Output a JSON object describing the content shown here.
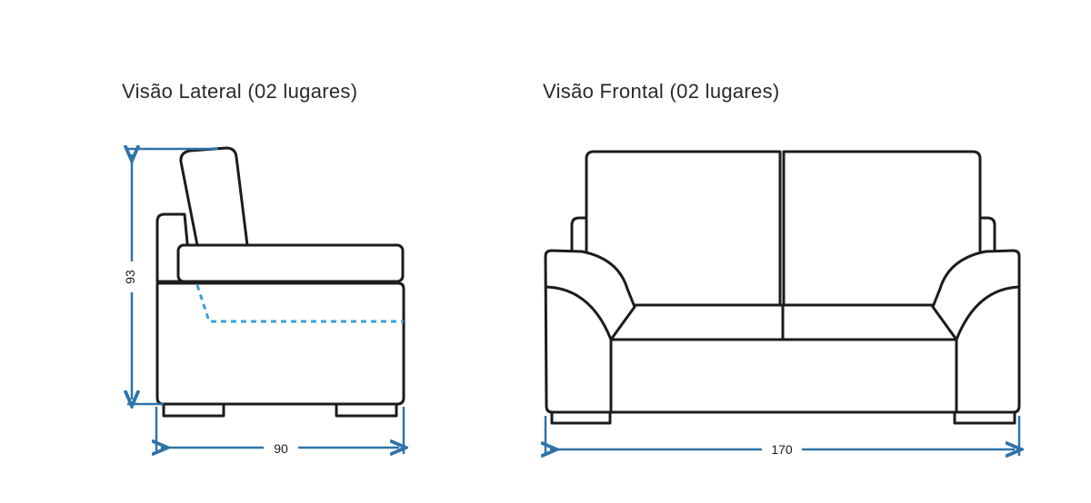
{
  "titles": {
    "lateral": "Visão Lateral (02 lugares)",
    "frontal": "Visão Frontal (02 lugares)"
  },
  "dimensions": {
    "side_height": "93",
    "side_depth": "90",
    "front_width": "170"
  },
  "colors": {
    "dimension_line": "#2e73a8",
    "hidden_line": "#3aa0d8",
    "outline": "#1c1c1c"
  }
}
